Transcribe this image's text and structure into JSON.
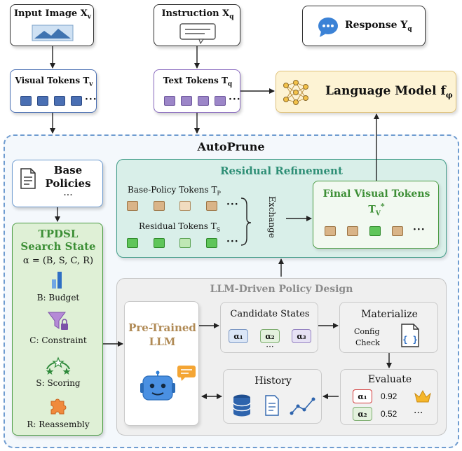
{
  "input": {
    "title": "Input Image X",
    "sub": "v"
  },
  "instruction": {
    "title": "Instruction X",
    "sub": "q"
  },
  "response": {
    "title": "Response  Y",
    "sub": "q"
  },
  "visual_tokens": {
    "title": "Visual Tokens T",
    "sub": "v",
    "dots": "···"
  },
  "text_tokens": {
    "title": "Text Tokens T",
    "sub": "q",
    "dots": "···"
  },
  "language_model": {
    "title": "Language Model  f",
    "sub": "φ"
  },
  "autoprune": {
    "title": "AutoPrune"
  },
  "base_policies": {
    "line1": "Base",
    "line2": "Policies",
    "dots": "···"
  },
  "search_state": {
    "line1": "TPDSL",
    "line2": "Search State",
    "formula": "α = (B, S, C, R)",
    "items": [
      "B: Budget",
      "C: Constraint",
      "S: Scoring",
      "R: Reassembly"
    ]
  },
  "residual": {
    "title": "Residual Refinement",
    "base_label": "Base-Policy Tokens T",
    "base_sub": "P",
    "res_label": "Residual Tokens T",
    "res_sub": "S",
    "exchange": "Exchange",
    "dots": "···",
    "final_line1": "Final Visual Tokens",
    "final_line2": "T",
    "final_sub": "V",
    "final_sup": "*"
  },
  "llm_design": {
    "title": "LLM-Driven Policy Design",
    "pretrained_line1": "Pre-Trained",
    "pretrained_line2": "LLM",
    "candidate_title": "Candidate States",
    "candidates": [
      "α₁",
      "α₂",
      "α₃"
    ],
    "dots": "···",
    "materialize_title": "Materialize",
    "config": "Config",
    "check": "Check",
    "code_glyph": "{ }",
    "history_title": "History",
    "evaluate_title": "Evaluate",
    "eval_rows": [
      {
        "label": "α₁",
        "score": "0.92"
      },
      {
        "label": "α₂",
        "score": "0.52"
      }
    ]
  },
  "colors": {
    "dashed": "#6f9cd0",
    "teal_bg": "#d9efe9",
    "teal_border": "#3f9b87",
    "green_bg": "#dff0d6",
    "green_border": "#4b9c43",
    "grey_bg": "#efefef",
    "purple_border": "#8a6bc0",
    "blue_border": "#4a6fb3",
    "lm_bg": "#fdf3d4",
    "lm_border": "#e0c27a",
    "tan_text": "#b08a55"
  }
}
